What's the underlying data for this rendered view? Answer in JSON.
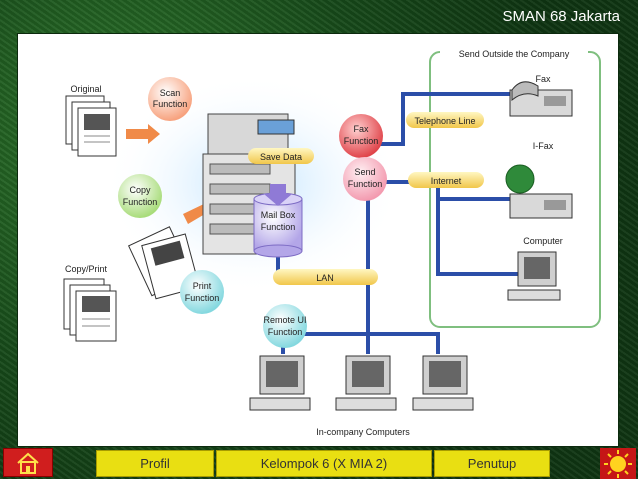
{
  "header": {
    "title": "SMAN 68 Jakarta"
  },
  "diagram": {
    "original": "Original",
    "copy_print": "Copy/Print",
    "scan_function": [
      "Scan",
      "Function"
    ],
    "copy_function": [
      "Copy",
      "Function"
    ],
    "print_function": [
      "Print",
      "Function"
    ],
    "fax_function": [
      "Fax",
      "Function"
    ],
    "send_function": [
      "Send",
      "Function"
    ],
    "save_data": "Save Data",
    "mail_box": [
      "Mail Box",
      "Function"
    ],
    "remote_ui": [
      "Remote UI",
      "Function"
    ],
    "lan": "LAN",
    "telephone_line": "Telephone Line",
    "internet": "Internet",
    "send_outside": "Send Outside the Company",
    "fax": "Fax",
    "ifax": "I-Fax",
    "computer": "Computer",
    "in_company": "In-company Computers"
  },
  "nav": {
    "profil": "Profil",
    "kelompok": "Kelompok 6 (X MIA 2)",
    "penutup": "Penutup"
  },
  "colors": {
    "frame": "#1d5a22",
    "tab": "#e9df12",
    "home": "#d01e1e",
    "network_line": "#2b4ea8"
  }
}
